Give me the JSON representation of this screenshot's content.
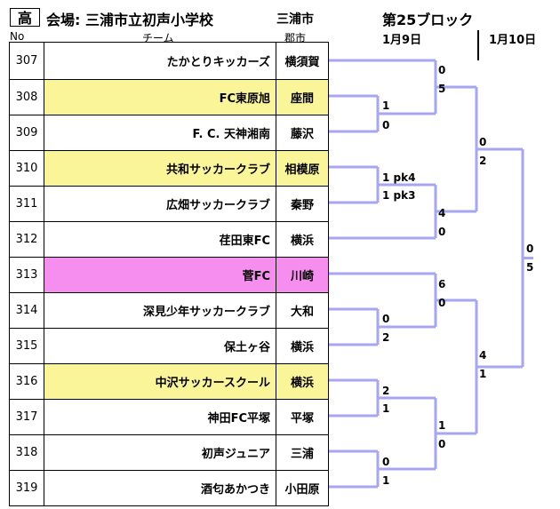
{
  "header": {
    "badge": "高",
    "venue": "会場: 三浦市立初声小学校",
    "venue_city": "三浦市",
    "block": "第25ブロック",
    "day1": "1月9日",
    "day2": "1月10日"
  },
  "columns": {
    "no": "No",
    "team": "チーム",
    "city": "郡市"
  },
  "colors": {
    "yellow": "#fbf59a",
    "pink": "#f68ef0",
    "bracket": "#a6a6f2"
  },
  "teams": [
    {
      "no": "307",
      "name": "たかとりキッカーズ",
      "city": "横須賀",
      "hl": ""
    },
    {
      "no": "308",
      "name": "FC東原旭",
      "city": "座間",
      "hl": "yellow"
    },
    {
      "no": "309",
      "name": "F. C. 天神湘南",
      "city": "藤沢",
      "hl": ""
    },
    {
      "no": "310",
      "name": "共和サッカークラブ",
      "city": "相模原",
      "hl": "yellow"
    },
    {
      "no": "311",
      "name": "広畑サッカークラブ",
      "city": "秦野",
      "hl": ""
    },
    {
      "no": "312",
      "name": "荏田東FC",
      "city": "横浜",
      "hl": ""
    },
    {
      "no": "313",
      "name": "菅FC",
      "city": "川崎",
      "hl": "pink"
    },
    {
      "no": "314",
      "name": "深見少年サッカークラブ",
      "city": "大和",
      "hl": ""
    },
    {
      "no": "315",
      "name": "保土ヶ谷",
      "city": "横浜",
      "hl": ""
    },
    {
      "no": "316",
      "name": "中沢サッカースクール",
      "city": "横浜",
      "hl": "yellow"
    },
    {
      "no": "317",
      "name": "神田FC平塚",
      "city": "平塚",
      "hl": ""
    },
    {
      "no": "318",
      "name": "初声ジュニア",
      "city": "三浦",
      "hl": ""
    },
    {
      "no": "319",
      "name": "酒匂あかつき",
      "city": "小田原",
      "hl": ""
    }
  ],
  "scores": {
    "r1_308_309_top": "1",
    "r1_308_309_bot": "0",
    "r1_310_311_top": "1 pk4",
    "r1_310_311_bot": "1 pk3",
    "r1_314_315_top": "0",
    "r1_314_315_bot": "2",
    "r1_316_317_top": "2",
    "r1_316_317_bot": "1",
    "r1_318_319_top": "0",
    "r1_318_319_bot": "1",
    "r2_307_top": "0",
    "r2_307_bot": "5",
    "r2_312_top": "4",
    "r2_312_bot": "0",
    "r2_313_top": "6",
    "r2_313_bot": "0",
    "r2_316_top": "1",
    "r2_316_bot": "0",
    "r3_a_top": "0",
    "r3_a_bot": "2",
    "r3_b_top": "4",
    "r3_b_bot": "1",
    "final_top": "0",
    "final_bot": "5"
  }
}
